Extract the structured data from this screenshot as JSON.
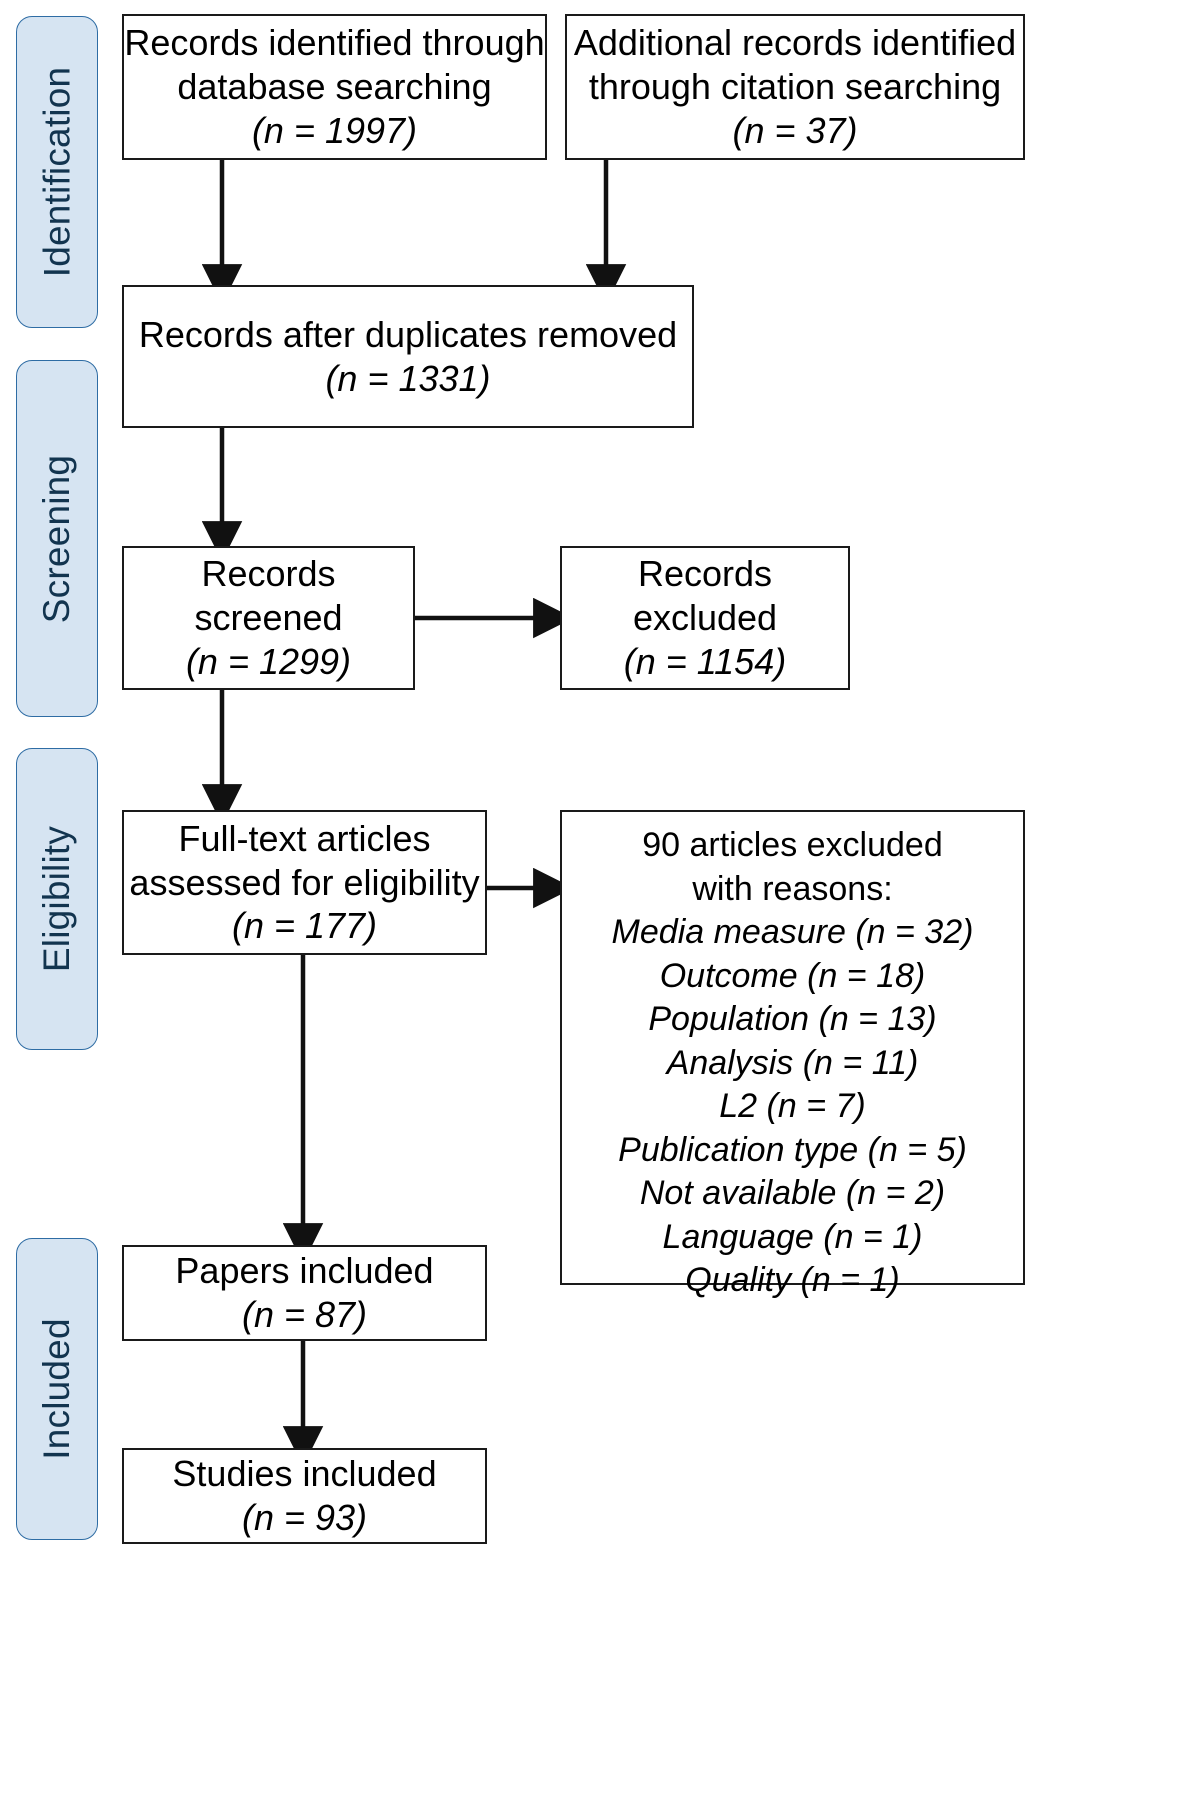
{
  "diagram": {
    "title": "PRISMA flow diagram",
    "accent_color": "#2e6ca4",
    "stage_fill": "#d6e4f2",
    "box_border": "#1a1a1a"
  },
  "stages": [
    {
      "id": "identification",
      "label": "Identification"
    },
    {
      "id": "screening",
      "label": "Screening"
    },
    {
      "id": "eligibility",
      "label": "Eligibility"
    },
    {
      "id": "included",
      "label": "Included"
    }
  ],
  "boxes": {
    "database_records": {
      "line1": "Records identified through",
      "line2": "database searching",
      "count": "(n = 1997)"
    },
    "citation_records": {
      "line1": "Additional records identified",
      "line2": "through citation searching",
      "count": "(n = 37)"
    },
    "after_duplicates": {
      "line1": "Records after duplicates removed",
      "count": "(n = 1331)"
    },
    "records_screened": {
      "line1": "Records",
      "line2": "screened",
      "count": "(n = 1299)"
    },
    "records_excluded": {
      "line1": "Records",
      "line2": "excluded",
      "count": "(n = 1154)"
    },
    "fulltext_assessed": {
      "line1": "Full-text articles",
      "line2": "assessed for eligibility",
      "count": "(n = 177)"
    },
    "papers_included": {
      "line1": "Papers included",
      "count": "(n = 87)"
    },
    "studies_included": {
      "line1": "Studies included",
      "count": "(n = 93)"
    }
  },
  "exclusions": {
    "header_line1": "90 articles excluded",
    "header_line2": "with reasons:",
    "reasons": [
      "Media measure (n = 32)",
      "Outcome (n = 18)",
      "Population (n = 13)",
      "Analysis (n = 11)",
      "L2 (n = 7)",
      "Publication type (n = 5)",
      "Not available (n = 2)",
      "Language (n = 1)",
      "Quality (n = 1)"
    ]
  }
}
